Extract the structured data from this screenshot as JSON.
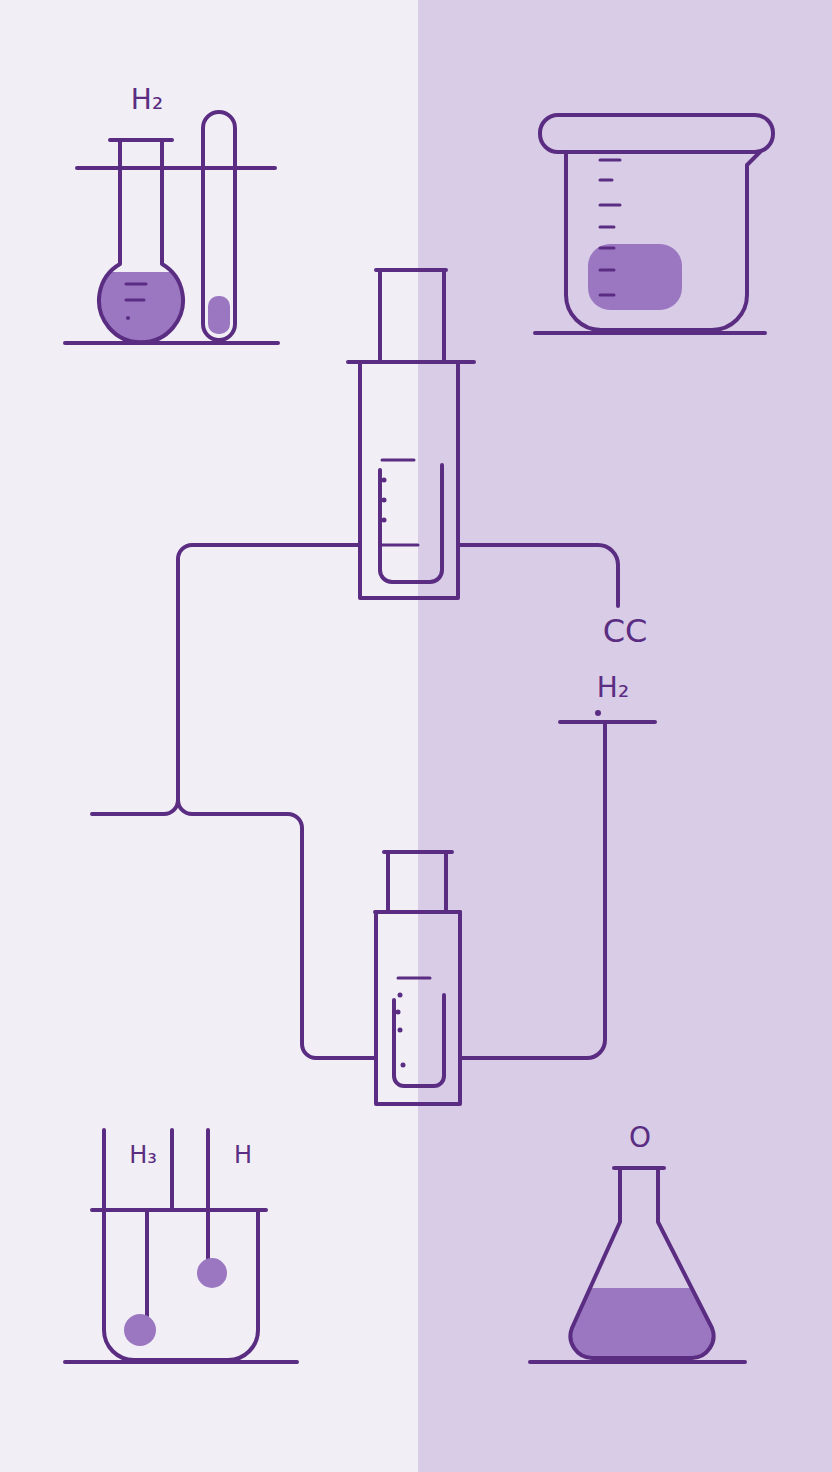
{
  "diagram": {
    "labels": [
      "H₂",
      "CC",
      "H₂",
      "H₃",
      "H",
      "O"
    ]
  }
}
